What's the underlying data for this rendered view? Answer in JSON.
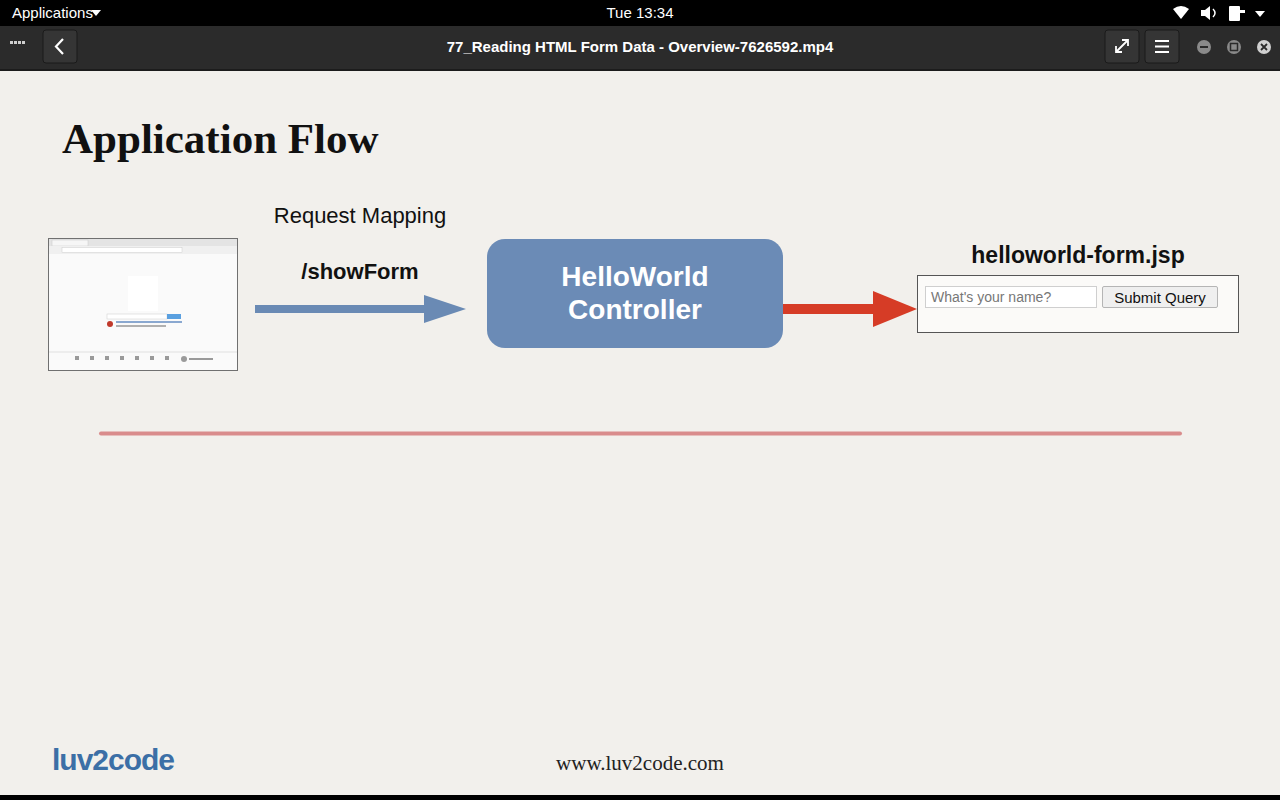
{
  "diagram": {
    "title": "Application Flow",
    "nodes": [
      {
        "text": [
          "HelloWorld Controller"
        ]
      },
      {
        "text": [
          "helloworld-form.jsp"
        ]
      },
      {
        "text": [
          "What's your name?"
        ],
        "in": 1
      },
      {
        "text": [
          "Submit Query"
        ],
        "in": 1
      }
    ],
    "edges": [
      {
        "from": 0,
        "to": 1,
        "arrow": "to"
      }
    ],
    "labels": [
      "Applications",
      "Tue 13:34",
      "77_Reading HTML Form Data - Overview-7626592.mp4",
      "Request Mapping",
      "/showForm",
      "luv2code",
      "www.luv2code.com"
    ]
  }
}
